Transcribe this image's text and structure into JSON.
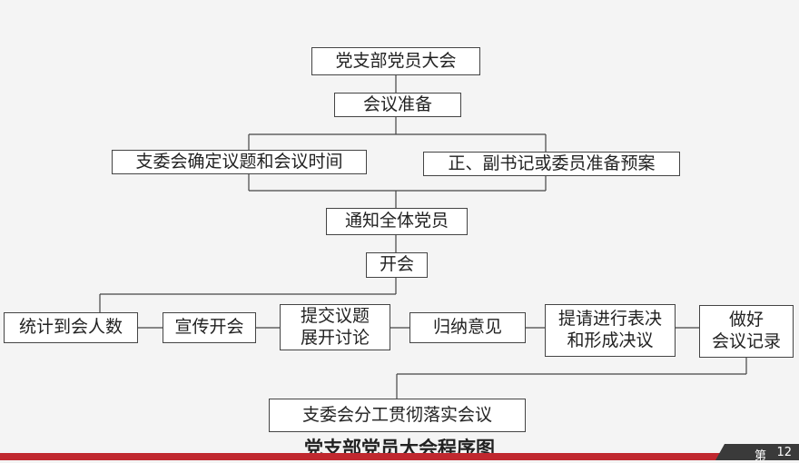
{
  "diagram": {
    "nodes": {
      "congress": "党支部党员大会",
      "prepare": "会议准备",
      "committee_topics": "支委会确定议题和会议时间",
      "secretary_plan": "正、副书记或委员准备预案",
      "notify": "通知全体党员",
      "open_meeting": "开会",
      "count": "统计到会人数",
      "announce": "宣传开会",
      "submit_discuss": "提交议题\n展开讨论",
      "summarize": "归纳意见",
      "vote": "提请进行表决\n和形成决议",
      "record": "做好\n会议记录",
      "implement": "支委会分工贯彻落实会议"
    },
    "caption": "党支部党员大会程序图"
  },
  "footer": {
    "page_label": "第",
    "page_number": "12"
  },
  "colors": {
    "accent_bar": "#c0282f",
    "line": "#444444"
  }
}
